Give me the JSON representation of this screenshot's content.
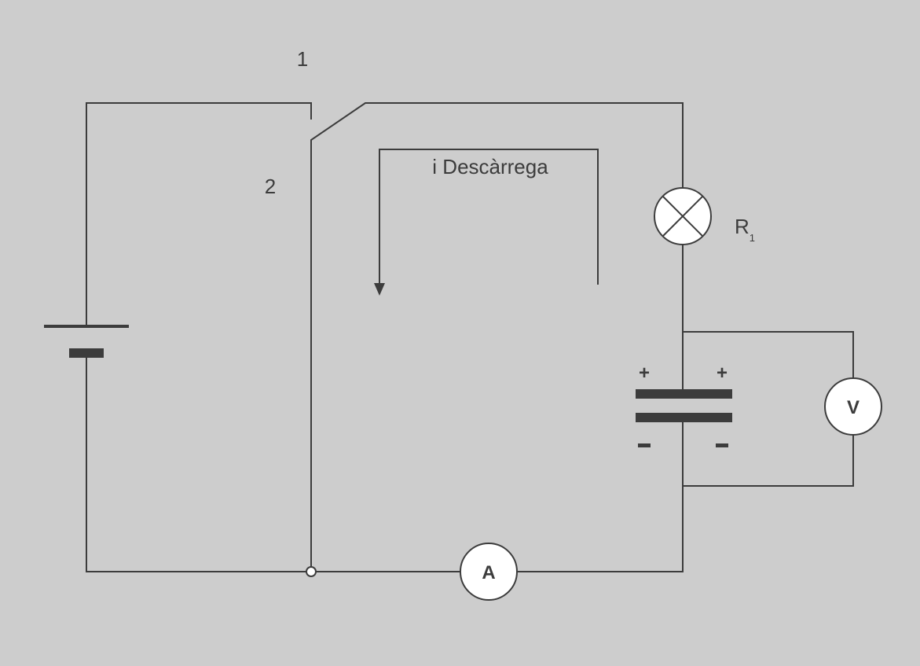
{
  "labels": {
    "switch_position_1": "1",
    "switch_position_2": "2",
    "current_label": "i Descàrrega",
    "resistor_name": "R",
    "resistor_subscript": "1",
    "ammeter": "A",
    "voltmeter": "V",
    "plus": "+",
    "minus": "-"
  },
  "colors": {
    "background": "#cdcdcd",
    "wire": "#3c3c3c",
    "meter_fill": "#ffffff"
  }
}
